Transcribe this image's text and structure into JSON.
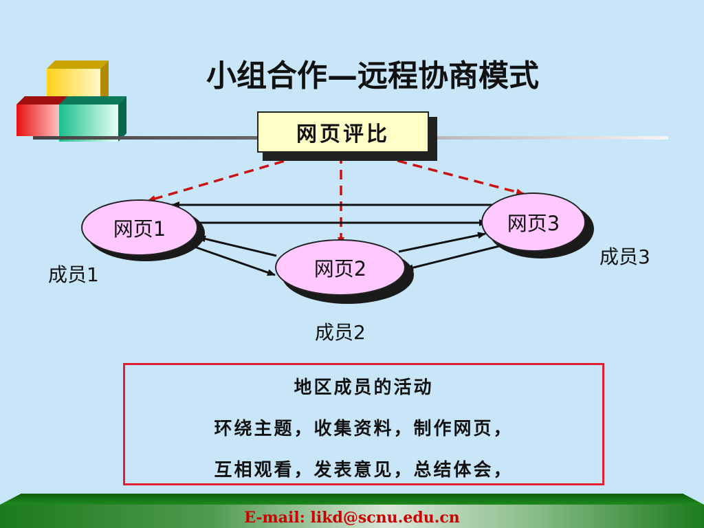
{
  "slide": {
    "title": "小组合作—远程协商模式",
    "review_box": "网页评比",
    "nodes": {
      "page1": "网页1",
      "page2": "网页2",
      "page3": "网页3"
    },
    "members": {
      "member1": "成员1",
      "member2": "成员2",
      "member3": "成员3"
    },
    "activity": {
      "heading": "地区成员的活动",
      "line1": "环绕主题，收集资料，制作网页，",
      "line2": "互相观看，发表意见，总结体会，"
    },
    "footer_email": "E-mail:   likd@scnu.edu.cn"
  },
  "colors": {
    "background": "#c8e6f8",
    "node_fill": "#ffc8ff",
    "review_box_fill": "#ffffc8",
    "dashed_arrow": "#cc1111",
    "activity_border": "#e02030",
    "email_text": "#cc0000",
    "footer_green": "#1c7a1c"
  }
}
